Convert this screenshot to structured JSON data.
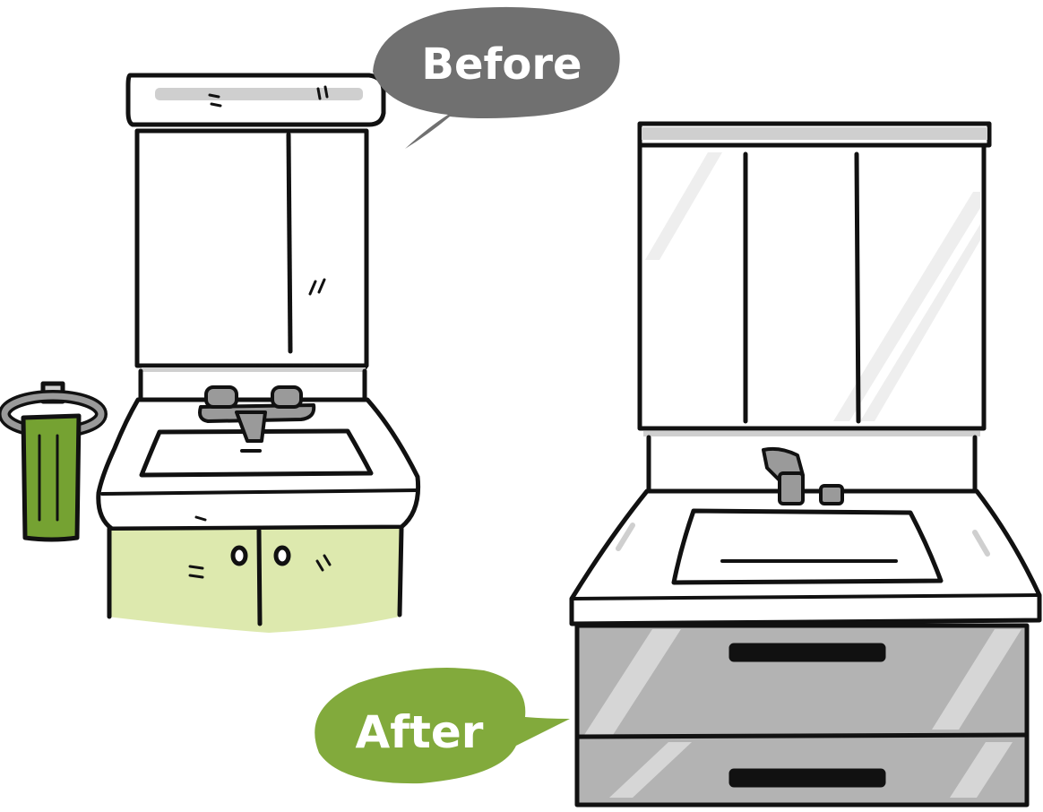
{
  "labels": {
    "before": "Before",
    "after": "After"
  },
  "colors": {
    "outline": "#111111",
    "before_bubble": "#707070",
    "after_bubble": "#82aa3c",
    "before_cabinet": "#dde9ae",
    "towel": "#75a232",
    "after_cabinet": "#b3b3b3",
    "light_bar": "#cfcfcf",
    "faucet": "#9a9a9a"
  },
  "icons": {
    "before_vanity": "old-vanity-illustration",
    "after_vanity": "new-vanity-illustration",
    "towel_ring": "towel-ring-icon",
    "faucet": "faucet-icon"
  }
}
